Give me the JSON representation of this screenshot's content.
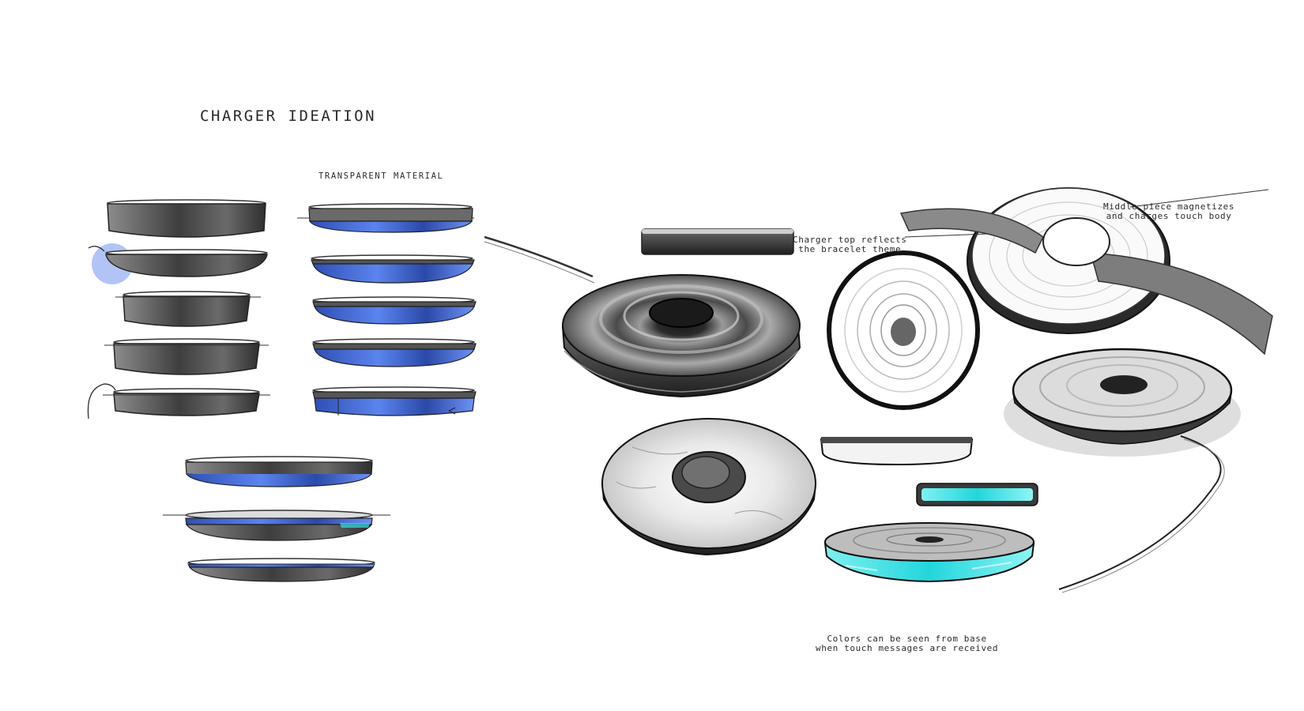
{
  "sheet": {
    "title": "CHARGER IDEATION",
    "transparent_label": "TRANSPARENT MATERIAL",
    "notes": {
      "charger_top": [
        "Charger top reflects",
        "the bracelet theme"
      ],
      "middle_piece": [
        "Middle piece magnetizes",
        "and charges touch body"
      ],
      "colors": [
        "Colors can be seen from base",
        "when touch messages are received"
      ]
    }
  },
  "colors": {
    "blue_accent": "#4a6fd6",
    "cyan_accent": "#33e0e6",
    "dark_body": "#3c3c3c",
    "highlight_dot": "#9fb5f2"
  },
  "icons": [
    "charger-side-profile",
    "charger-perspective",
    "bracelet",
    "cable"
  ]
}
